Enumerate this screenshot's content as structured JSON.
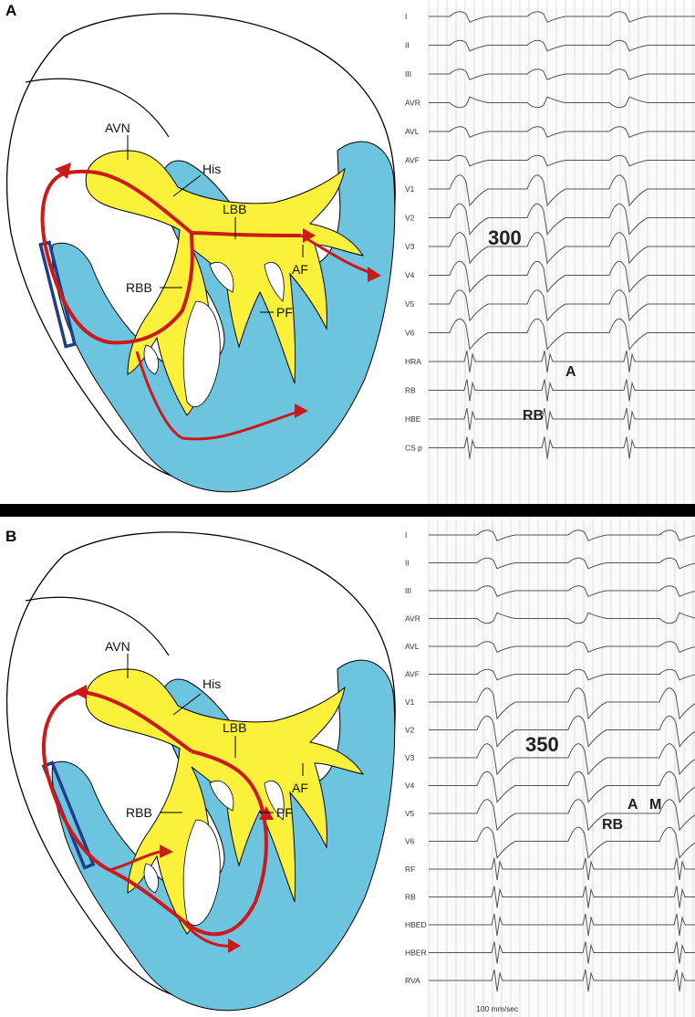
{
  "panels": [
    {
      "letter": "A",
      "anatomy": {
        "avn": "AVN",
        "his": "His",
        "lbb": "LBB",
        "rbb": "RBB",
        "af": "AF",
        "pf": "PF"
      },
      "leads": [
        "I",
        "II",
        "III",
        "AVR",
        "AVL",
        "AVF",
        "V1",
        "V2",
        "V3",
        "V4",
        "V5",
        "V6",
        "HRA",
        "RB",
        "HBE",
        "CS p"
      ],
      "interval": "300",
      "markers": [
        "A",
        "RB"
      ]
    },
    {
      "letter": "B",
      "anatomy": {
        "avn": "AVN",
        "his": "His",
        "lbb": "LBB",
        "rbb": "RBB",
        "af": "AF",
        "pf": "PF"
      },
      "leads": [
        "I",
        "II",
        "III",
        "AVR",
        "AVL",
        "AVF",
        "V1",
        "V2",
        "V3",
        "V4",
        "V5",
        "V6",
        "RF",
        "RB",
        "HBED",
        "HBER",
        "RVA"
      ],
      "interval": "350",
      "markers": [
        "A",
        "M",
        "RB"
      ],
      "speed": "100 mm/sec"
    }
  ],
  "colors": {
    "tissue": "#6cc4df",
    "conduction": "#fbf13a",
    "circuit": "#cc1a1a",
    "catheter": "#1f3d8c",
    "grid": "#c9c9c9"
  }
}
